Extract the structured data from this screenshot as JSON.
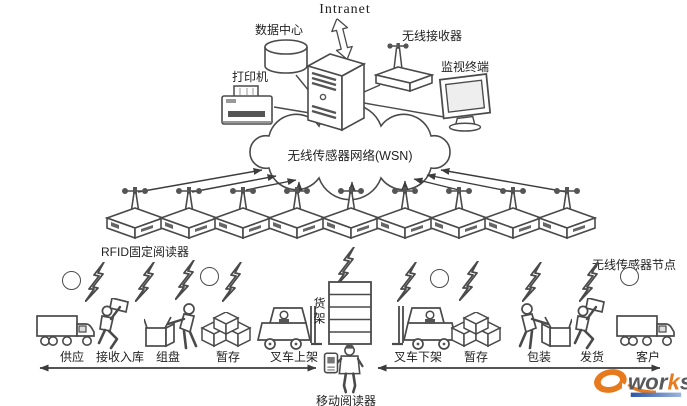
{
  "top": {
    "intranet": "Intranet",
    "data_center": "数据中心",
    "wireless_receiver": "无线接收器",
    "monitor_terminal": "监视终端",
    "printer": "打印机"
  },
  "cloud": {
    "label": "无线传感器网络(WSN)"
  },
  "labels": {
    "rfid_fixed_reader": "RFID固定阅读器",
    "wireless_sensor_node": "无线传感器节点",
    "rack": "货架",
    "mobile_reader": "移动阅读器"
  },
  "process_steps": [
    {
      "label": "供应"
    },
    {
      "label": "接收入库"
    },
    {
      "label": "组盘"
    },
    {
      "label": "暂存"
    },
    {
      "label": "叉车上架"
    },
    {
      "label": "叉车下架"
    },
    {
      "label": "暂存"
    },
    {
      "label": "包装"
    },
    {
      "label": "发货"
    },
    {
      "label": "客户"
    }
  ],
  "reader_count": 9,
  "logo": {
    "name": "e-works",
    "wor": "wor",
    "k": "k",
    "s": "s"
  },
  "colors": {
    "line": "#4a4a4a",
    "text": "#222222",
    "logo_orange": "#e87a1e",
    "logo_blue": "#2b55a5",
    "logo_gray": "#58595b"
  }
}
